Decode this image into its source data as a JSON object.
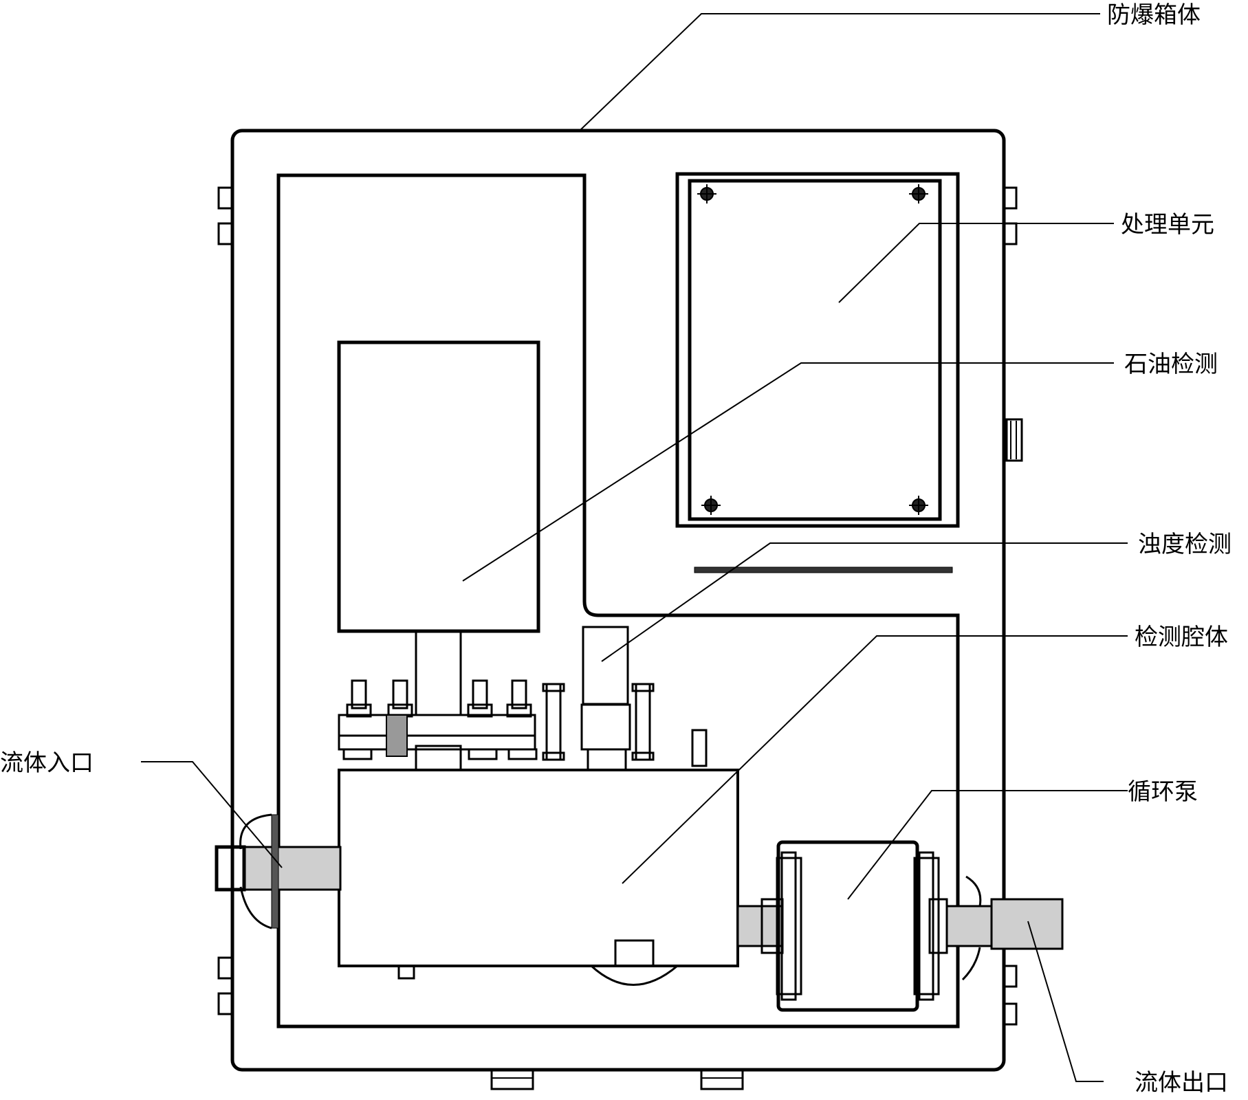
{
  "labels": {
    "explosion_proof_box": "防爆箱体",
    "processing_unit": "处理单元",
    "petroleum_detection": "石油检测",
    "turbidity_detection": "浊度检测",
    "detection_chamber": "检测腔体",
    "circulation_pump": "循环泵",
    "fluid_inlet": "流体入口",
    "fluid_outlet": "流体出口"
  }
}
